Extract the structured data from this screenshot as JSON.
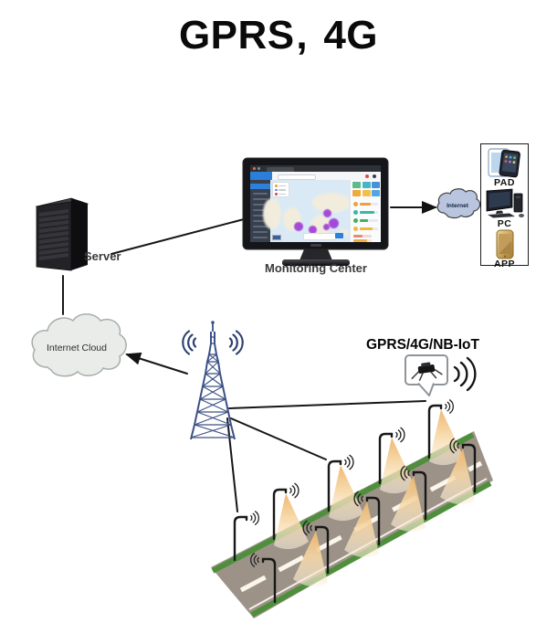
{
  "title": "GPRS、4G",
  "nodes": {
    "server": {
      "label": "Server"
    },
    "monitoring_center": {
      "label": "Monitoring Center"
    },
    "internet_small": {
      "label": "Internet"
    },
    "internet_cloud": {
      "label": "Internet Cloud"
    },
    "iot_module": {
      "label": "GPRS/4G/NB-IoT"
    },
    "devices": {
      "pad": "PAD",
      "pc": "PC",
      "app": "APP"
    }
  },
  "icons": [
    "server-rack-icon",
    "monitor-icon",
    "cloud-icon",
    "tablet-icon",
    "desktop-pc-icon",
    "smartphone-icon",
    "cell-tower-icon",
    "radio-waves-icon",
    "iot-module-icon",
    "street-lamp-icon"
  ],
  "colors": {
    "title_text": "#0a0a0a",
    "tower_blue": "#3c5185",
    "small_cloud_fill": "#b9c5de",
    "large_cloud_fill": "#eaece9",
    "road_gray": "#9c9288",
    "road_green": "#4f8f3c",
    "lane_dash": "#faf6ec",
    "light_cone": "#f3bf7e",
    "line_black": "#161616"
  }
}
